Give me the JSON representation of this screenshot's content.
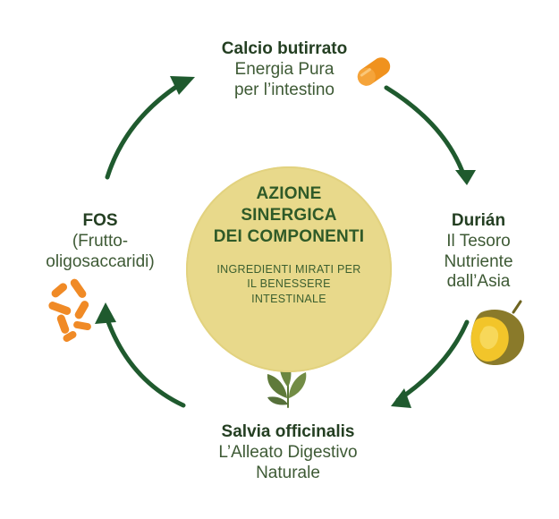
{
  "center": {
    "title_lines": [
      "AZIONE",
      "SINERGICA",
      "DEI COMPONENTI"
    ],
    "subtitle_lines": [
      "INGREDIENTI MIRATI PER",
      "IL BENESSERE",
      "INTESTINALE"
    ]
  },
  "nodes": {
    "top": {
      "title": "Calcio butirrato",
      "lines": [
        "Energia Pura",
        "per l’intestino"
      ],
      "icon": "capsule-icon"
    },
    "right": {
      "title": "Durián",
      "lines": [
        "Il Tesoro",
        "Nutriente",
        "dall’Asia"
      ],
      "icon": "durian-fruit-icon"
    },
    "bottom": {
      "title": "Salvia officinalis",
      "lines": [
        "L’Alleato Digestivo",
        "Naturale"
      ],
      "icon": "sage-leaves-icon"
    },
    "left": {
      "title": "FOS",
      "lines": [
        "(Frutto-",
        "oligosaccaridi)"
      ],
      "icon": "root-pieces-icon"
    }
  },
  "colors": {
    "arrow": "#1f5a2e",
    "center_fill": "#e8d98b",
    "title_text": "#243f22",
    "capsule": "#f0921e",
    "durian_yellow": "#f2c52a",
    "durian_green": "#8a7a2a",
    "sage": "#5f7a3a",
    "fos_orange": "#f08a26"
  }
}
